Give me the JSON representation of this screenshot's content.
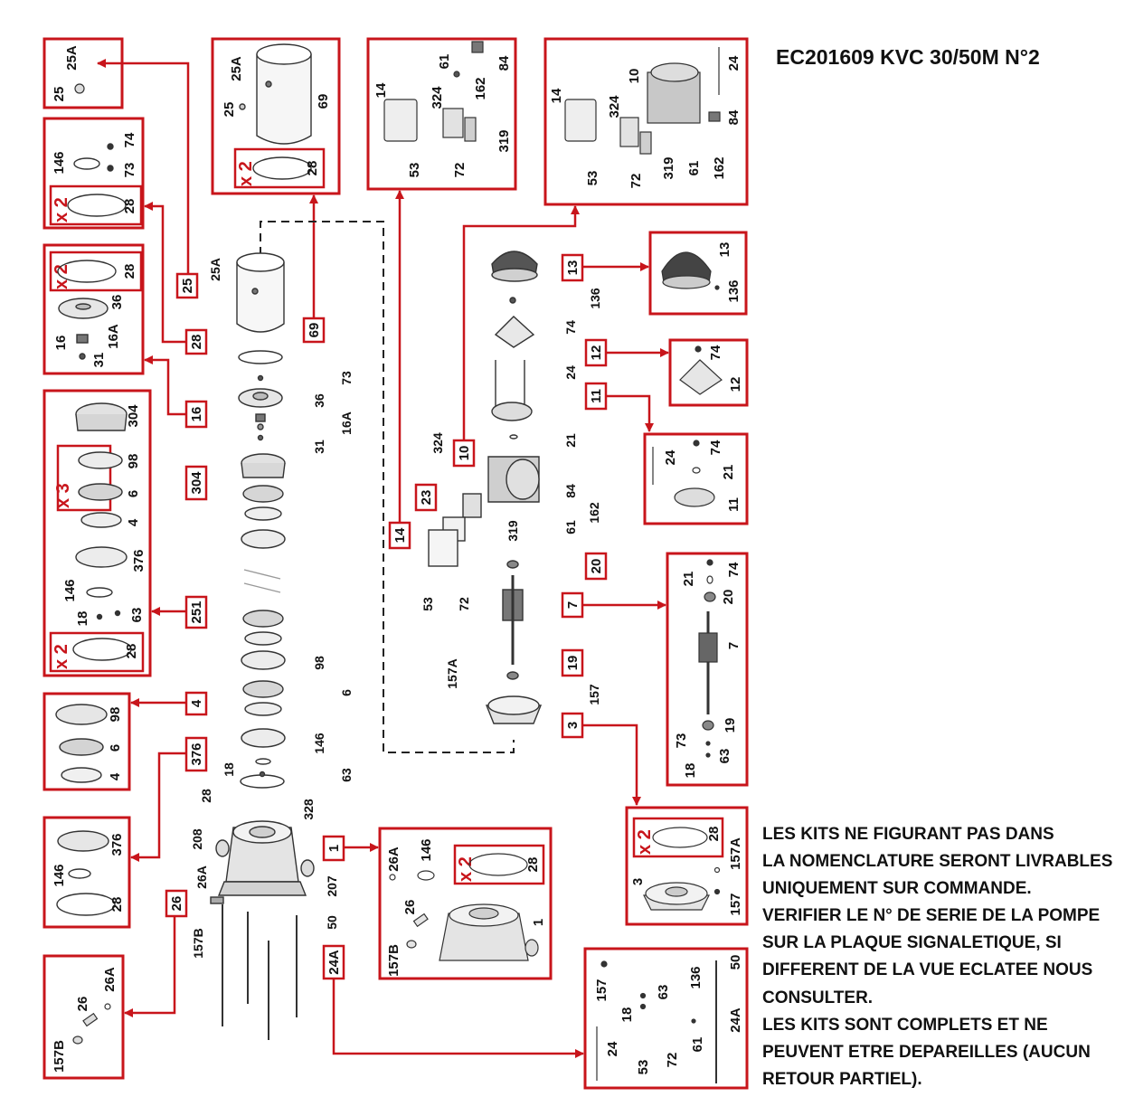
{
  "title": "EC201609 KVC 30/50M N°2",
  "notice_lines": [
    "LES KITS NE FIGURANT PAS DANS",
    "LA NOMENCLATURE SERONT LIVRABLES",
    "UNIQUEMENT SUR COMMANDE.",
    "VERIFIER LE N° DE SERIE DE LA POMPE",
    "SUR LA PLAQUE SIGNALETIQUE, SI",
    "DIFFERENT DE LA VUE ECLATEE NOUS",
    "CONSULTER.",
    "LES KITS SONT COMPLETS ET NE",
    "PEUVENT ETRE DEPAREILLES (AUCUN",
    "RETOUR PARTIEL)."
  ],
  "colors": {
    "accent": "#c8151b",
    "ink": "#111111",
    "line": "#444444"
  },
  "kit_tags": [
    "25",
    "28",
    "16",
    "304",
    "251",
    "4",
    "376",
    "26",
    "1",
    "24A",
    "69",
    "14",
    "10",
    "13",
    "12",
    "11",
    "23",
    "20",
    "7",
    "19",
    "3"
  ],
  "callouts": {
    "c28": "28",
    "c16": "16",
    "c304": "304",
    "c251": "251",
    "c4": "4",
    "c376": "376",
    "c26": "26",
    "c1": "1",
    "c24A": "24A",
    "c69": "69",
    "c14": "14",
    "c23": "23",
    "c10": "10",
    "c13": "13",
    "c12": "12",
    "c11": "11",
    "c20": "20",
    "c7": "7",
    "c19": "19",
    "c3": "3",
    "c25": "25"
  },
  "multiplier": {
    "x2": "x 2",
    "x3": "x 3"
  },
  "main_labels": {
    "p25A": "25A",
    "p73": "73",
    "p36": "36",
    "p16A": "16A",
    "p31": "31",
    "p98": "98",
    "p6": "6",
    "p146": "146",
    "p63": "63",
    "p18": "18",
    "p28": "28",
    "p328": "328",
    "p208": "208",
    "p26A": "26A",
    "p207": "207",
    "p50": "50",
    "p157B": "157B",
    "p324": "324",
    "p84": "84",
    "p162": "162",
    "p61": "61",
    "p319": "319",
    "p53": "53",
    "p72": "72",
    "p157A": "157A",
    "p157": "157",
    "p136": "136",
    "p74": "74",
    "p24": "24",
    "p21": "21"
  },
  "kits": {
    "k25": [
      "25",
      "25A"
    ],
    "k28": [
      "146",
      "74",
      "73",
      "28"
    ],
    "k16": [
      "28",
      "36",
      "16",
      "16A",
      "31"
    ],
    "k251": [
      "304",
      "98",
      "6",
      "4",
      "376",
      "146",
      "18",
      "63",
      "28"
    ],
    "k4": [
      "98",
      "6",
      "4"
    ],
    "k376": [
      "146",
      "376",
      "28"
    ],
    "k26": [
      "157B",
      "26",
      "26A"
    ],
    "k69": [
      "25",
      "25A",
      "69",
      "28"
    ],
    "k14": [
      "14",
      "324",
      "61",
      "84",
      "162",
      "319",
      "72",
      "53"
    ],
    "k10": [
      "14",
      "324",
      "10",
      "24",
      "84",
      "162",
      "61",
      "319",
      "72",
      "53"
    ],
    "k13": [
      "13",
      "136"
    ],
    "k12": [
      "74",
      "12"
    ],
    "k11": [
      "24",
      "74",
      "21",
      "11"
    ],
    "k7": [
      "21",
      "74",
      "20",
      "7",
      "73",
      "18",
      "63",
      "19"
    ],
    "k1": [
      "26A",
      "146",
      "28",
      "26",
      "157B",
      "1"
    ],
    "k3": [
      "28",
      "157A",
      "3",
      "157"
    ],
    "k24A": [
      "157",
      "18",
      "63",
      "136",
      "50",
      "24",
      "53",
      "72",
      "61",
      "24A"
    ]
  }
}
